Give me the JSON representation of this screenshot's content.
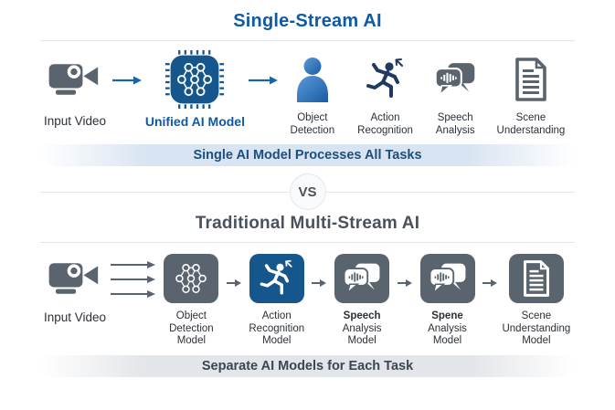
{
  "colors": {
    "title_blue": "#0e5aa7",
    "chip_blue": "#15568c",
    "icon_gray": "#5a646e",
    "runner_navy": "#1e3a5f",
    "arrow_blue": "#1565a8",
    "banner_blue_bg": "#d9e4f2",
    "banner_blue_text": "#1c4f7d",
    "banner_gray_bg": "#e2e5e9",
    "banner_gray_text": "#3d4650",
    "slate_text": "#49525c",
    "label_dark": "#2b3138"
  },
  "single_stream": {
    "title": "Single-Stream AI",
    "input": {
      "label": "Input Video",
      "icon": "video-camera-icon"
    },
    "model": {
      "label": "Unified AI Model",
      "icon": "ai-chip-icon"
    },
    "tasks": [
      {
        "icon": "person-icon",
        "label_lines": [
          "Object",
          "Detection"
        ]
      },
      {
        "icon": "runner-icon",
        "label_lines": [
          "Action",
          "Recognition"
        ]
      },
      {
        "icon": "speech-bubbles-icon",
        "label_lines": [
          "Speech",
          "Analysis"
        ]
      },
      {
        "icon": "document-icon",
        "label_lines": [
          "Scene",
          "Understanding"
        ]
      }
    ],
    "banner": "Single AI Model Processes All Tasks"
  },
  "vs_label": "VS",
  "multi_stream": {
    "title": "Traditional Multi-Stream AI",
    "input": {
      "label": "Input Video",
      "icon": "video-camera-icon"
    },
    "models": [
      {
        "icon": "neural-network-icon",
        "highlighted": false,
        "label_lines": [
          "Object",
          "Detection",
          "Model"
        ]
      },
      {
        "icon": "runner-icon",
        "highlighted": true,
        "label_lines": [
          "Action",
          "Recognition",
          "Model"
        ]
      },
      {
        "icon": "speech-bubbles-icon",
        "highlighted": false,
        "label_lines": [
          "Speech",
          "Analysis",
          "Model"
        ]
      },
      {
        "icon": "speech-bubbles-icon",
        "highlighted": false,
        "label_lines": [
          "Spene",
          "Analysis",
          "Model"
        ]
      },
      {
        "icon": "document-icon",
        "highlighted": false,
        "label_lines": [
          "Scene",
          "Understanding",
          "Model"
        ]
      }
    ],
    "banner": "Separate AI Models for Each Task"
  }
}
